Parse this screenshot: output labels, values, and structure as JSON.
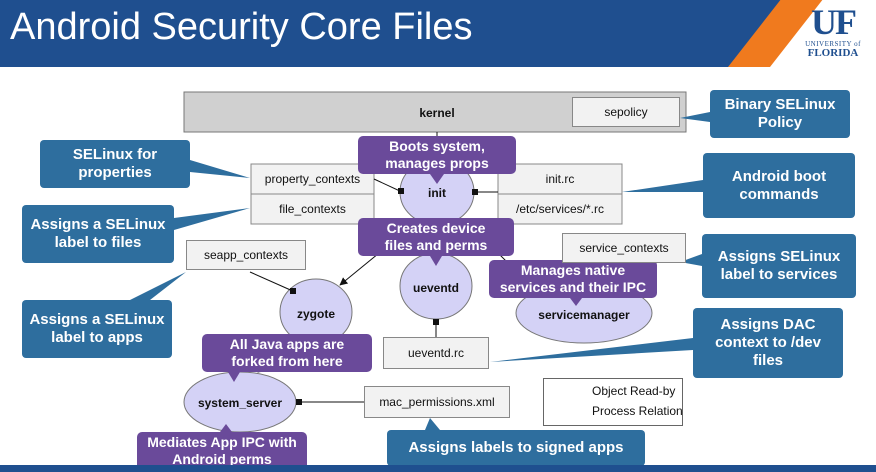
{
  "header": {
    "title": "Android Security Core Files",
    "logo": {
      "uf": "UF",
      "university_of": "UNIVERSITY of",
      "florida": "FLORIDA"
    }
  },
  "colors": {
    "header_blue": "#1f4f8f",
    "accent_orange": "#f07a1e",
    "callout_blue": "#2e6e9e",
    "purple": "#6a4a9a",
    "node_lavender": "#d4d2f6",
    "file_gray": "#f2f2f2"
  },
  "kernel": {
    "label": "kernel",
    "sepolicy": "sepolicy"
  },
  "files": {
    "property_contexts": "property_contexts",
    "file_contexts": "file_contexts",
    "init_rc": "init.rc",
    "etc_services_rc": "/etc/services/*.rc",
    "seapp_contexts": "seapp_contexts",
    "service_contexts": "service_contexts",
    "ueventd_rc": "ueventd.rc",
    "mac_permissions": "mac_permissions.xml"
  },
  "nodes": {
    "init": "init",
    "ueventd": "ueventd",
    "zygote": "zygote",
    "servicemanager": "servicemanager",
    "system_server": "system_server"
  },
  "callouts": {
    "binary_policy": "Binary SELinux Policy",
    "selinux_properties": "SELinux for properties",
    "label_files": "Assigns a SELinux label to files",
    "boot_commands": "Android boot commands",
    "label_services": "Assigns SELinux label to services",
    "label_apps": "Assigns a SELinux label to apps",
    "dac_context": "Assigns DAC context to /dev files",
    "signed_apps": "Assigns labels to signed apps"
  },
  "purple_notes": {
    "boots_system": "Boots system, manages props",
    "device_files": "Creates device files and perms",
    "native_services": "Manages native services and their IPC",
    "java_apps": "All Java apps are forked from here",
    "app_ipc": "Mediates App IPC with Android perms"
  },
  "legend": {
    "read_by": "Object Read-by",
    "process_relation": "Process Relation"
  }
}
